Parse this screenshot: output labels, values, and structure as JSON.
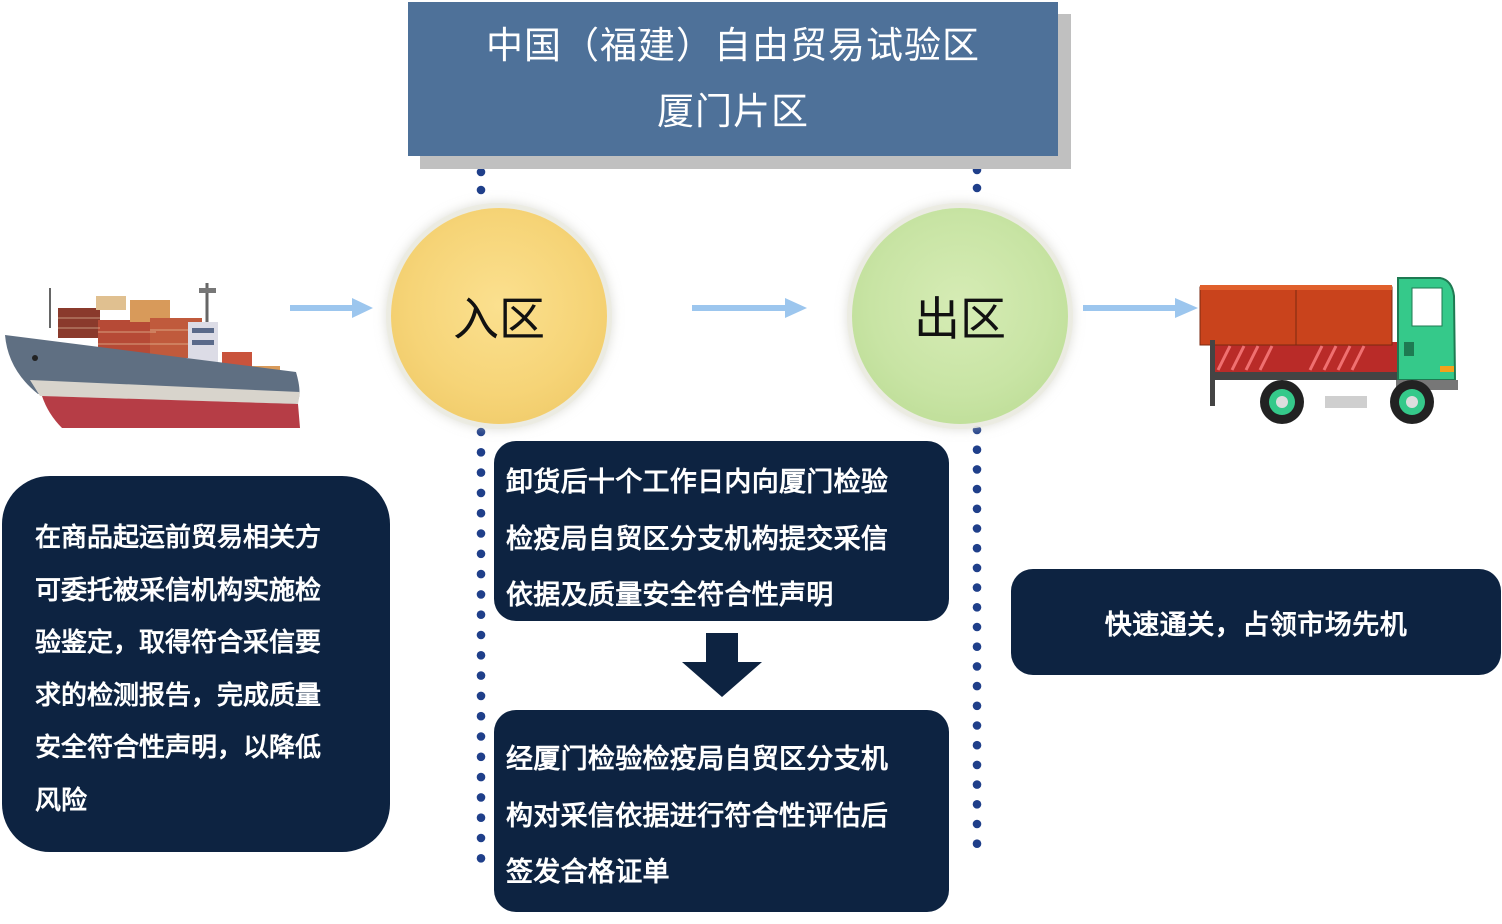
{
  "title": {
    "line1": "中国（福建）自由贸易试验区",
    "line2": "厦门片区"
  },
  "stages": {
    "enter": "入区",
    "exit": "出区"
  },
  "left_box": {
    "lines": [
      "在商品起运前贸易相关方",
      "可委托被采信机构实施检",
      "验鉴定，取得符合采信要",
      "求的检测报告，完成质量",
      "安全符合性声明，以降低",
      "风险"
    ]
  },
  "mid_box_1": {
    "lines": [
      "卸货后十个工作日内向厦门检验",
      "检疫局自贸区分支机构提交采信",
      "依据及质量安全符合性声明"
    ]
  },
  "mid_box_2": {
    "lines": [
      "经厦门检验检疫局自贸区分支机",
      "构对采信依据进行符合性评估后",
      "签发合格证单"
    ]
  },
  "right_box": {
    "text": "快速通关，占领市场先机"
  },
  "colors": {
    "title_bg": "#4e7199",
    "enter_circle": "#f6d477",
    "exit_circle": "#c8e4a4",
    "dark_box": "#0d2341",
    "arrow": "#9cc6ee",
    "dots": "#1f3f8a"
  },
  "icons": {
    "ship": "cargo-ship-icon",
    "truck": "cargo-truck-icon",
    "down_arrow": "down-arrow-icon"
  }
}
